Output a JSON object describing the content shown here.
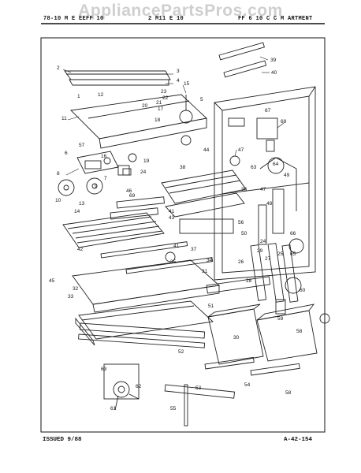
{
  "watermark": "AppliancePartsPros.com",
  "header": {
    "left": "78-10 M  E  EEFF  10",
    "middle": "2  M11 E 10",
    "right": "FF 6  10  C  C  M ARTMENT"
  },
  "footer": {
    "issued": "ISSUED 9/88",
    "code": "A-42-154"
  },
  "callouts": [
    {
      "id": "c1",
      "label": "1"
    },
    {
      "id": "c2",
      "label": "2"
    },
    {
      "id": "c3",
      "label": "3"
    },
    {
      "id": "c4",
      "label": "4"
    },
    {
      "id": "c5",
      "label": "5"
    },
    {
      "id": "c6",
      "label": "6"
    },
    {
      "id": "c7",
      "label": "7"
    },
    {
      "id": "c8",
      "label": "8"
    },
    {
      "id": "c9",
      "label": "9"
    },
    {
      "id": "c10",
      "label": "10"
    },
    {
      "id": "c11",
      "label": "11"
    },
    {
      "id": "c12",
      "label": "12"
    },
    {
      "id": "c13",
      "label": "13"
    },
    {
      "id": "c14",
      "label": "14"
    },
    {
      "id": "c15",
      "label": "15"
    },
    {
      "id": "c16",
      "label": "16"
    },
    {
      "id": "c17",
      "label": "17"
    },
    {
      "id": "c18",
      "label": "18"
    },
    {
      "id": "c19",
      "label": "19"
    },
    {
      "id": "c20",
      "label": "20"
    },
    {
      "id": "c21",
      "label": "21"
    },
    {
      "id": "c22",
      "label": "22"
    },
    {
      "id": "c23",
      "label": "23"
    },
    {
      "id": "c24",
      "label": "24"
    },
    {
      "id": "c25",
      "label": "25"
    },
    {
      "id": "c26",
      "label": "26"
    },
    {
      "id": "c27",
      "label": "27"
    },
    {
      "id": "c28",
      "label": "28"
    },
    {
      "id": "c29",
      "label": "29"
    },
    {
      "id": "c30",
      "label": "30"
    },
    {
      "id": "c30b",
      "label": "30"
    },
    {
      "id": "c31",
      "label": "31"
    },
    {
      "id": "c32",
      "label": "32"
    },
    {
      "id": "c33",
      "label": "33"
    },
    {
      "id": "c34",
      "label": "34"
    },
    {
      "id": "c35",
      "label": "35"
    },
    {
      "id": "c36",
      "label": "36"
    },
    {
      "id": "c37",
      "label": "37"
    },
    {
      "id": "c38",
      "label": "38"
    },
    {
      "id": "c39",
      "label": "39"
    },
    {
      "id": "c40",
      "label": "40"
    },
    {
      "id": "c41",
      "label": "41"
    },
    {
      "id": "c41b",
      "label": "41"
    },
    {
      "id": "c42",
      "label": "42"
    },
    {
      "id": "c43",
      "label": "43"
    },
    {
      "id": "c44",
      "label": "44"
    },
    {
      "id": "c45",
      "label": "45"
    },
    {
      "id": "c46",
      "label": "46"
    },
    {
      "id": "c47",
      "label": "47"
    },
    {
      "id": "c48",
      "label": "48"
    },
    {
      "id": "c49",
      "label": "49"
    },
    {
      "id": "c50",
      "label": "50"
    },
    {
      "id": "c51",
      "label": "51"
    },
    {
      "id": "c52",
      "label": "52"
    },
    {
      "id": "c53",
      "label": "53"
    },
    {
      "id": "c54",
      "label": "54"
    },
    {
      "id": "c55",
      "label": "55"
    },
    {
      "id": "c56",
      "label": "56"
    },
    {
      "id": "c57",
      "label": "57"
    },
    {
      "id": "c58",
      "label": "58"
    },
    {
      "id": "c58b",
      "label": "58"
    },
    {
      "id": "c59",
      "label": "59"
    },
    {
      "id": "c60",
      "label": "60"
    },
    {
      "id": "c61",
      "label": "61"
    },
    {
      "id": "c62",
      "label": "62"
    },
    {
      "id": "c63",
      "label": "63"
    },
    {
      "id": "c64",
      "label": "64"
    },
    {
      "id": "c65",
      "label": "65"
    },
    {
      "id": "c66",
      "label": "66"
    },
    {
      "id": "c67",
      "label": "67"
    },
    {
      "id": "c68",
      "label": "68"
    },
    {
      "id": "c69",
      "label": "69"
    }
  ]
}
